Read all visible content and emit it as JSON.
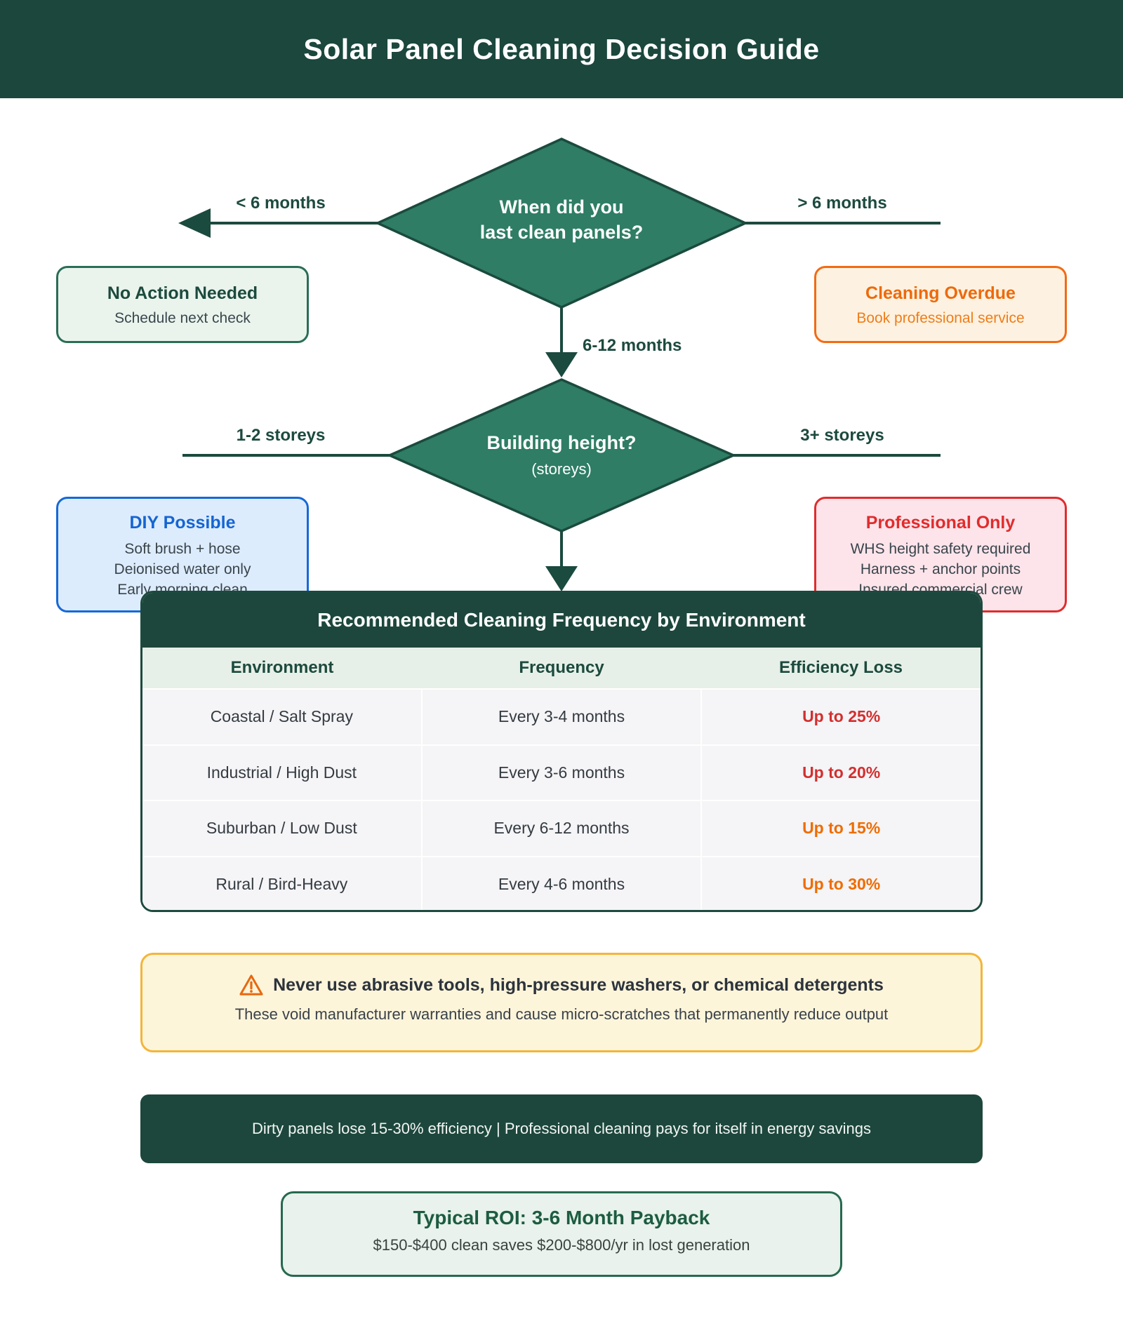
{
  "page": {
    "title": "Solar Panel Cleaning Decision Guide"
  },
  "flowchart": {
    "decision1": {
      "line1": "When did you",
      "line2": "last clean panels?"
    },
    "branch1_left_label": "< 6 months",
    "branch1_right_label": "> 6 months",
    "branch1_down_label": "6-12 months",
    "decision2": {
      "line1": "Building height?",
      "line2": "(storeys)"
    },
    "branch2_left_label": "1-2 storeys",
    "branch2_right_label": "3+ storeys",
    "outcomes": {
      "no_action": {
        "title": "No Action Needed",
        "subtitle": "Schedule next check"
      },
      "overdue": {
        "title": "Cleaning Overdue",
        "subtitle": "Book professional service"
      },
      "diy": {
        "title": "DIY Possible",
        "lines": [
          "Soft brush + hose",
          "Deionised water only",
          "Early morning clean"
        ]
      },
      "professional": {
        "title": "Professional Only",
        "lines": [
          "WHS height safety required",
          "Harness + anchor points",
          "Insured commercial crew"
        ]
      }
    }
  },
  "table": {
    "title": "Recommended Cleaning Frequency by Environment",
    "columns": [
      "Environment",
      "Frequency",
      "Efficiency Loss"
    ],
    "rows": [
      {
        "environment": "Coastal / Salt Spray",
        "frequency": "Every 3-4 months",
        "efficiency_loss": "Up to 25%",
        "loss_color": "#d32f2f"
      },
      {
        "environment": "Industrial / High Dust",
        "frequency": "Every 3-6 months",
        "efficiency_loss": "Up to 20%",
        "loss_color": "#d32f2f"
      },
      {
        "environment": "Suburban / Low Dust",
        "frequency": "Every 6-12 months",
        "efficiency_loss": "Up to 15%",
        "loss_color": "#ef6c00"
      },
      {
        "environment": "Rural / Bird-Heavy",
        "frequency": "Every 4-6 months",
        "efficiency_loss": "Up to 30%",
        "loss_color": "#ef6c00"
      }
    ]
  },
  "warning": {
    "icon": "warning-triangle-icon",
    "title": "Never use abrasive tools, high-pressure washers, or chemical detergents",
    "subtitle": "These void manufacturer warranties and cause micro-scratches that permanently reduce output"
  },
  "footer_bar": {
    "text": "Dirty panels lose 15-30% efficiency | Professional cleaning pays for itself in energy savings"
  },
  "roi": {
    "title": "Typical ROI: 3-6 Month Payback",
    "subtitle": "$150-$400 clean saves $200-$800/yr in lost generation"
  },
  "colors": {
    "brand_dark_green": "#1b473d",
    "diamond_green": "#2e7d64",
    "loss_red": "#d32f2f",
    "loss_orange": "#ef6c00",
    "warning_border": "#f3b53a",
    "overdue_orange": "#f26b15",
    "diy_blue": "#1569d8",
    "professional_red": "#e12c2c"
  }
}
